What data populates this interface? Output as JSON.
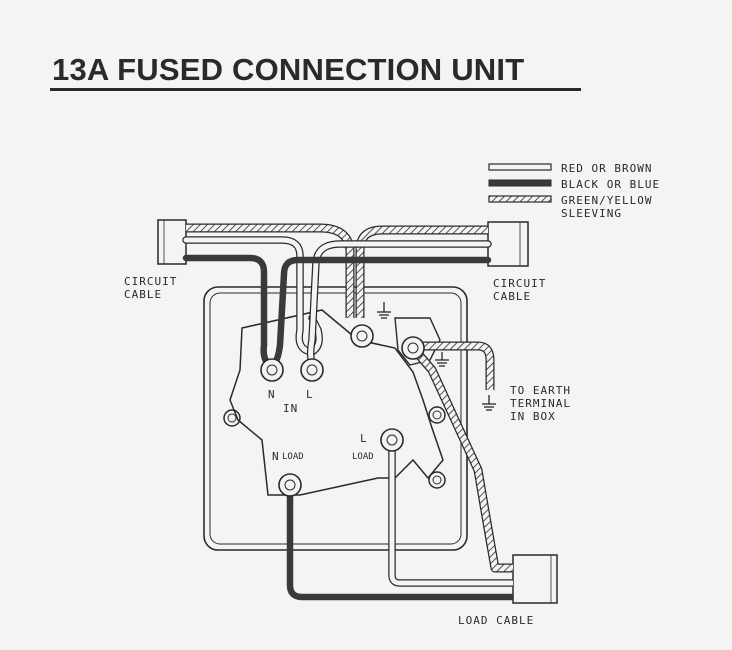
{
  "title": "13A FUSED CONNECTION UNIT",
  "legend": {
    "red_brown": "RED OR BROWN",
    "black_blue": "BLACK OR BLUE",
    "green_yellow_1": "GREEN/YELLOW",
    "green_yellow_2": "SLEEVING"
  },
  "labels": {
    "circuit_cable_left_1": "CIRCUIT",
    "circuit_cable_left_2": "CABLE",
    "circuit_cable_right_1": "CIRCUIT",
    "circuit_cable_right_2": "CABLE",
    "earth_1": "TO EARTH",
    "earth_2": "TERMINAL",
    "earth_3": "IN BOX",
    "terminal_n": "N",
    "terminal_l": "L",
    "terminal_in": "IN",
    "terminal_n_load_n": "N",
    "terminal_n_load_load": "LOAD",
    "terminal_l_load_l": "L",
    "terminal_l_load_load": "LOAD",
    "load_cable": "LOAD CABLE"
  },
  "colors": {
    "ink": "#2a2a2a",
    "paper": "#f4f4f2",
    "black_wire": "#3a3a3a"
  }
}
